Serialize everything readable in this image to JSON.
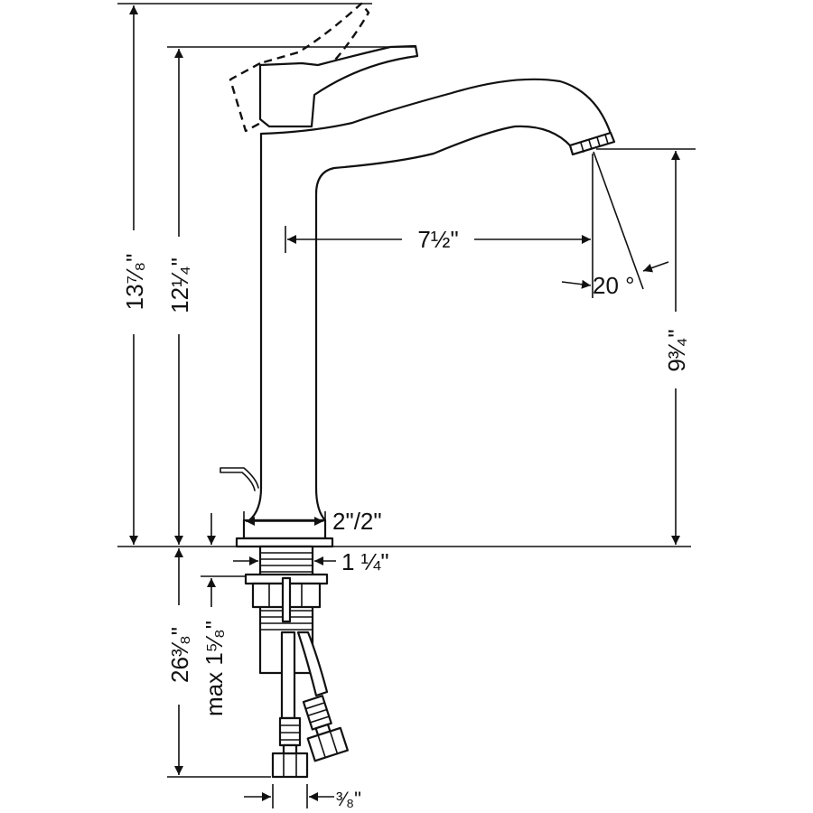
{
  "drawing": {
    "dimensions": {
      "total_height": "13⁷⁄₈\"",
      "body_height": "12¹⁄₄\"",
      "spout_reach": "7½\"",
      "spout_angle": "20 °",
      "spout_height": "9³⁄₄\"",
      "base_diameter": "2\"/2\"",
      "shank_diameter": "1 ¼\"",
      "hose_length": "26³⁄₈\"",
      "max_deck_thickness": "max 1⁵⁄₈\"",
      "connection_size": "³⁄₈\""
    }
  }
}
